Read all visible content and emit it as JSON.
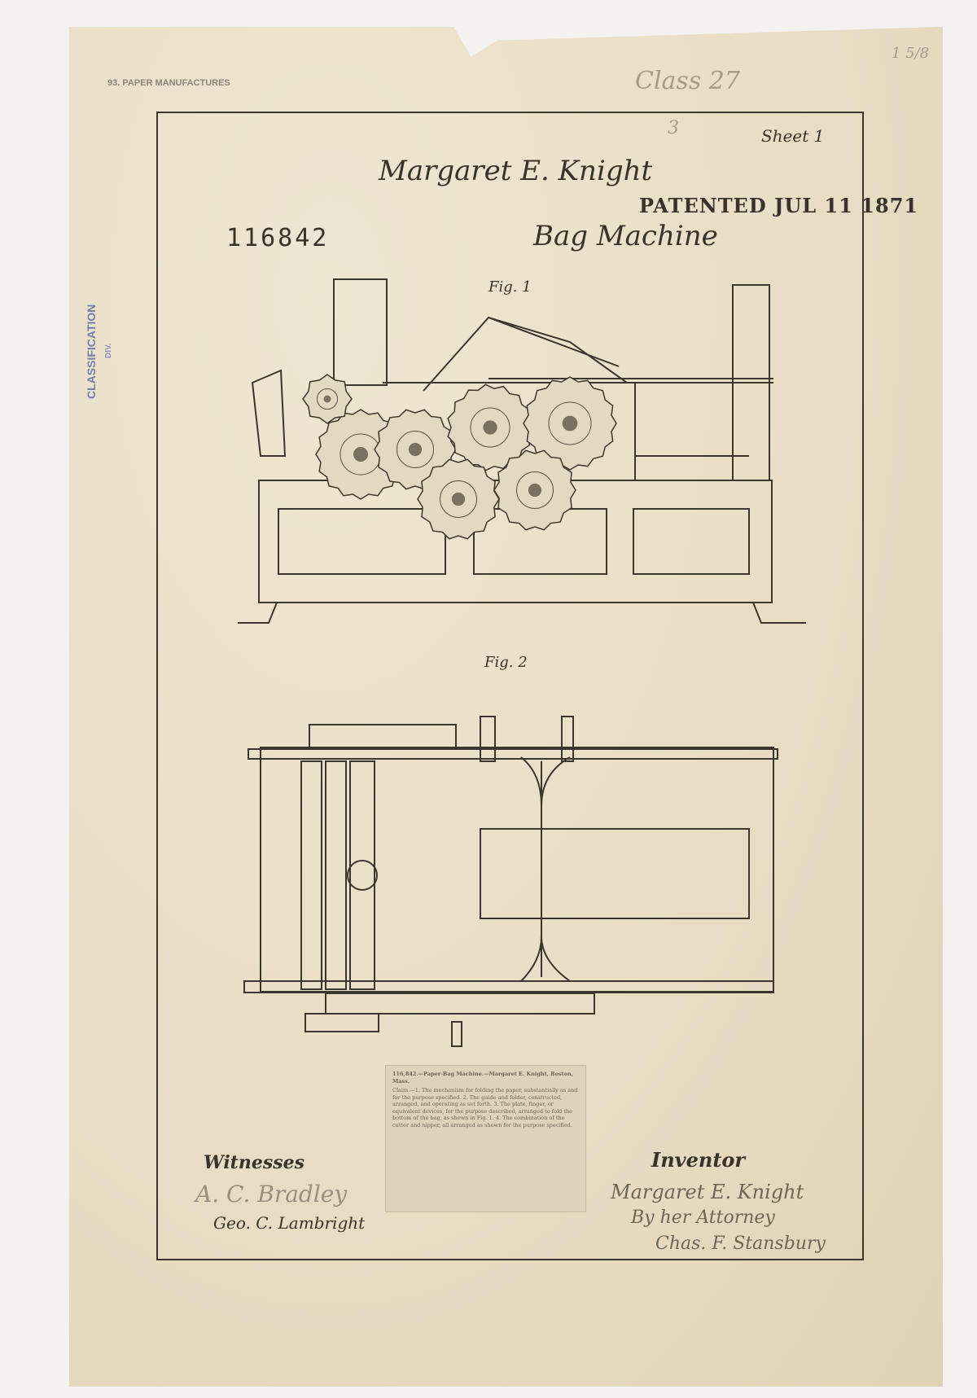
{
  "stamps": {
    "classification_top": "93. PAPER MANUFACTURES",
    "classification_side": "CLASSIFICATION",
    "classification_div": "DIV."
  },
  "pencil_notes": {
    "class": "Class 27",
    "sheets": "3",
    "corner": "1 5/8"
  },
  "header": {
    "sheet": "Sheet 1",
    "inventor_name": "Margaret E. Knight",
    "patented": "PATENTED JUL 11 1871",
    "patent_number": "116842",
    "title": "Bag Machine"
  },
  "figures": {
    "fig1": "Fig. 1",
    "fig2": "Fig. 2"
  },
  "clipping": {
    "heading": "116,842.—Paper-Bag Machine.—Margaret E. Knight, Boston, Mass.",
    "body": "Claim.—1. The mechanism for folding the paper, substantially as and for the purpose specified. 2. The guide and folder, constructed, arranged, and operating as set forth. 3. The plate, finger, or equivalent devices, for the purpose described, arranged to fold the bottom of the bag, as shown in Fig. 1. 4. The combination of the cutter and nipper, all arranged as shown for the purpose specified."
  },
  "signatures": {
    "witnesses_label": "Witnesses",
    "witness1": "A. C. Bradley",
    "witness2": "Geo. C. Lambright",
    "inventor_label": "Inventor",
    "inventor_signature": "Margaret E. Knight",
    "by_attorney": "By her Attorney",
    "attorney": "Chas. F. Stansbury"
  },
  "colors": {
    "paper": "#ebe1cc",
    "ink": "#3a3329"
  }
}
